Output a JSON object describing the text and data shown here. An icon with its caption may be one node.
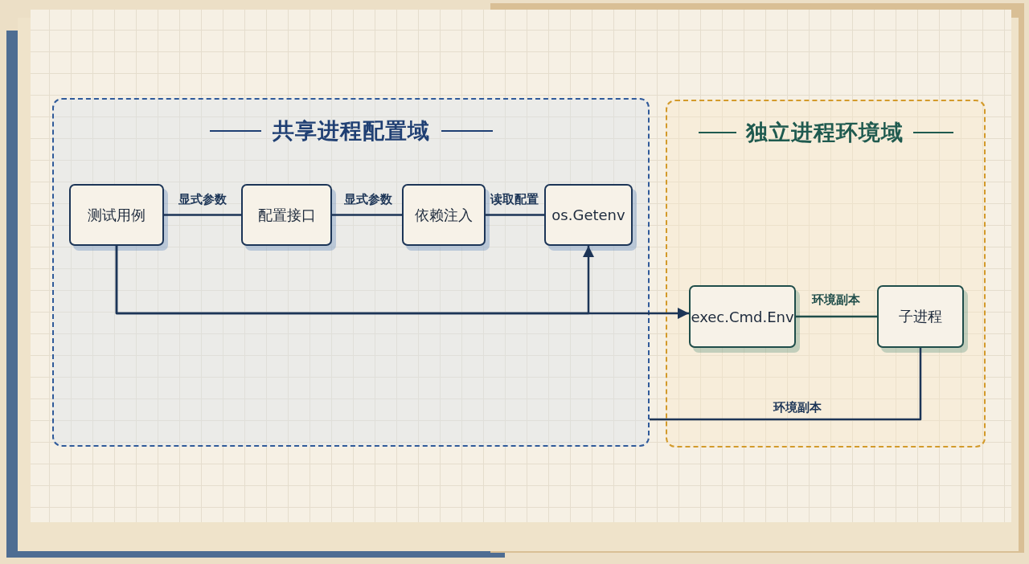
{
  "diagram": {
    "nodes": [
      {
        "text": [
          "共享进程配置域"
        ]
      },
      {
        "text": [
          "测试用例"
        ],
        "in": 0
      },
      {
        "text": [
          "配置接口"
        ],
        "in": 0
      },
      {
        "text": [
          "依赖注入"
        ],
        "in": 0
      },
      {
        "text": [
          "os.Getenv"
        ],
        "in": 0
      },
      {
        "text": [
          "独立进程环境域"
        ]
      },
      {
        "text": [
          "exec.Cmd.Env"
        ],
        "in": 5
      },
      {
        "text": [
          "子进程"
        ],
        "in": 5
      }
    ],
    "edges": [
      {
        "from": 1,
        "to": 2,
        "arrow": "none",
        "label": "显式参数"
      },
      {
        "from": 2,
        "to": 3,
        "arrow": "none",
        "label": "显式参数"
      },
      {
        "from": 3,
        "to": 4,
        "arrow": "none",
        "label": "读取配置"
      },
      {
        "from": 1,
        "to": 4,
        "arrow": "to"
      },
      {
        "from": 1,
        "to": 6,
        "arrow": "to"
      },
      {
        "from": 6,
        "to": 7,
        "arrow": "none",
        "label": "环境副本",
        "color": "#1f4d4a"
      },
      {
        "from": 7,
        "to": 0,
        "arrow": "none",
        "label": "环境副本"
      }
    ]
  }
}
